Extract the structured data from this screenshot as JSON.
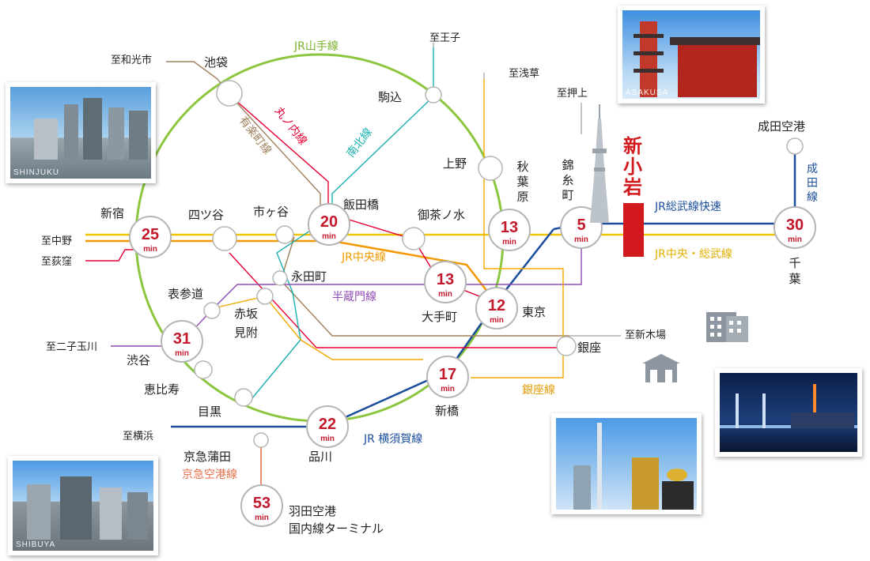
{
  "lines": {
    "yamanote": "JR山手線",
    "marunouchi": "丸ノ内線",
    "yurakucho": "有楽町線",
    "namboku": "南北線",
    "chuo": "JR中央線",
    "hanzomon": "半蔵門線",
    "ginza": "銀座線",
    "yokosuka": "JR 横須賀線",
    "keikyu": "京急空港線",
    "sobu_rapid": "JR総武線快速",
    "chuo_sobu": "JR中央・総武線",
    "narita": "成田線"
  },
  "destinations": {
    "wakoshi": "至和光市",
    "oji": "至王子",
    "asakusa": "至浅草",
    "oshiage": "至押上",
    "nakano": "至中野",
    "ogikubo": "至荻窪",
    "futako": "至二子玉川",
    "shinkiba": "至新木場",
    "yokohama": "至横浜"
  },
  "stations": {
    "ikebukuro": "池袋",
    "komagome": "駒込",
    "ueno": "上野",
    "akihabara": "秋葉原",
    "kinshicho": "錦糸町",
    "shinkoiwa": "新小岩",
    "narita_airport": "成田空港",
    "chiba": "千葉",
    "shinjuku": "新宿",
    "yotsuya": "四ツ谷",
    "ichigaya": "市ヶ谷",
    "iidabashi": "飯田橋",
    "ochanomizu": "御茶ノ水",
    "nagatacho": "永田町",
    "otemachi": "大手町",
    "tokyo": "東京",
    "ginza": "銀座",
    "omotesando": "表参道",
    "akasaka_mitsuke": "赤坂見附",
    "shibuya": "渋谷",
    "ebisu": "恵比寿",
    "meguro": "目黒",
    "shinbashi": "新橋",
    "shinagawa": "品川",
    "keikyu_kamata": "京急蒲田",
    "haneda": "羽田空港",
    "haneda_terminal": "国内線ターミナル"
  },
  "times": {
    "shinjuku": "25",
    "iidabashi": "20",
    "akihabara": "13",
    "kinshicho": "5",
    "chiba": "30",
    "otemachi": "13",
    "tokyo": "12",
    "shibuya": "31",
    "shinbashi": "17",
    "shinagawa": "22",
    "haneda": "53"
  },
  "min_unit": "min",
  "photo_tags": {
    "shinjuku": "SHINJUKU",
    "asakusa": "ASAKUSA",
    "shibuya": "SHIBUYA"
  },
  "colors": {
    "yamanote": "#8cc63f",
    "marunouchi": "#e60033",
    "yurakucho": "#a0805c",
    "namboku": "#1bb0b0",
    "chuo": "#f39800",
    "chuo_sobu": "#f0c400",
    "hanzomon": "#8f4bb4",
    "ginza": "#f2a900",
    "yokosuka": "#1a4d9c",
    "keikyu": "#e5714a",
    "accent_red": "#c4182d",
    "shinkoiwa_block": "#d2191d"
  }
}
